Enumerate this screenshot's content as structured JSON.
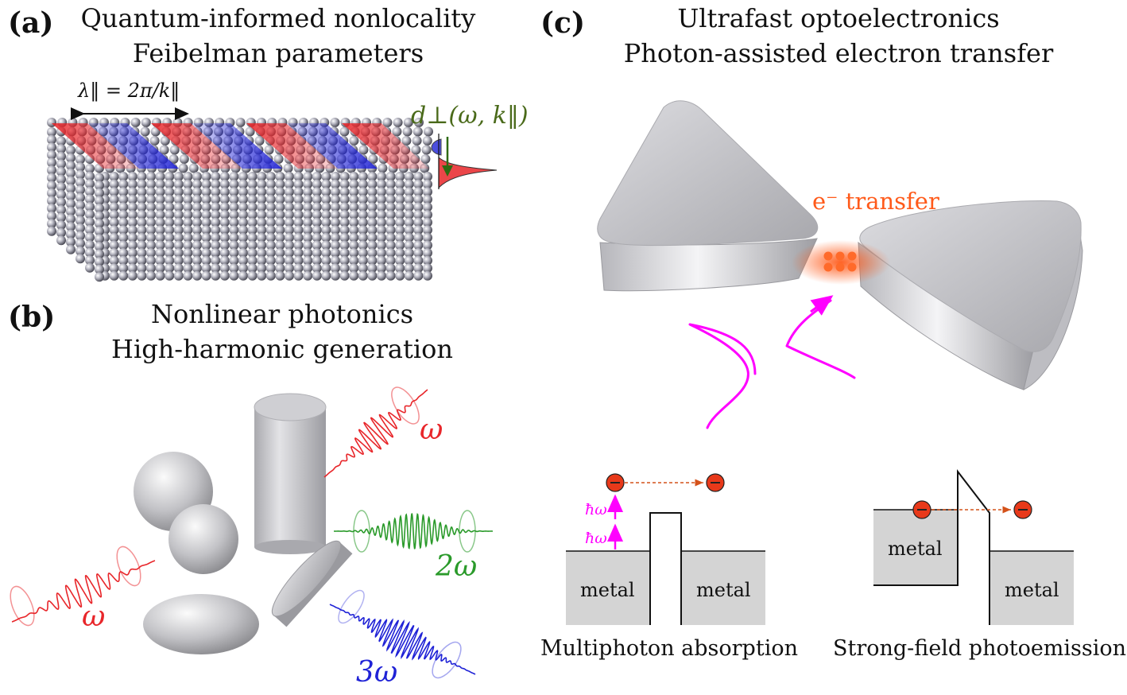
{
  "panel_a": {
    "label": "(a)",
    "title_line1": "Quantum-informed nonlocality",
    "title_line2": "Feibelman parameters",
    "wavelength_label": "λ‖ = 2π/k‖",
    "feibelman_label": "d⊥(ω, k‖)"
  },
  "panel_b": {
    "label": "(b)",
    "title_line1": "Nonlinear photonics",
    "title_line2": "High-harmonic generation",
    "freq_input": "ω",
    "freq_out_1": "ω",
    "freq_out_2": "2ω",
    "freq_out_3": "3ω"
  },
  "panel_c": {
    "label": "(c)",
    "title_line1": "Ultrafast optoelectronics",
    "title_line2": "Photon-assisted electron transfer",
    "transfer_label": "e⁻ transfer",
    "photon_label": "ħω",
    "metal_label": "metal",
    "caption_left": "Multiphoton absorption",
    "caption_right": "Strong-field photoemission"
  },
  "colors": {
    "red": "#e8262a",
    "blue": "#1f22d6",
    "green": "#2a9a2a",
    "magenta": "#ff00ff",
    "orange": "#ff5a1a",
    "olive": "#4a6a1a",
    "metal_fill": "#d4d4d4"
  }
}
